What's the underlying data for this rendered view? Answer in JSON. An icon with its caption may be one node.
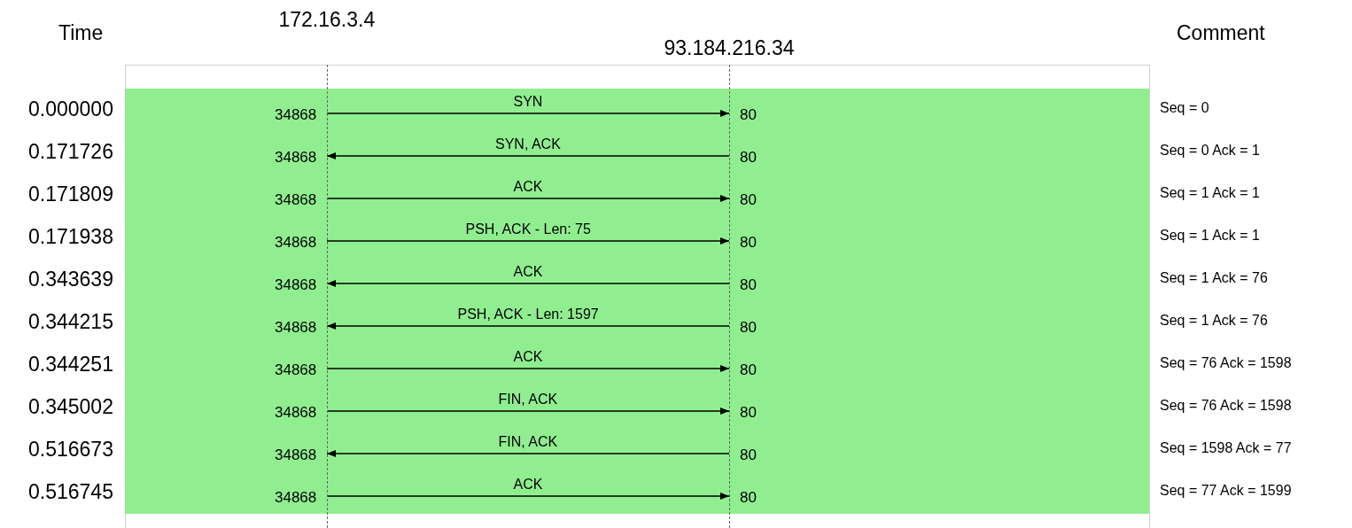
{
  "diagram": {
    "nodes": [
      {
        "text": [
          "172.16.3.4"
        ]
      },
      {
        "text": [
          "93.184.216.34"
        ]
      }
    ],
    "edges": [
      {
        "from": 0,
        "to": 1,
        "arrow": "to",
        "label": "SYN"
      },
      {
        "from": 1,
        "to": 0,
        "arrow": "to",
        "label": "SYN, ACK"
      },
      {
        "from": 0,
        "to": 1,
        "arrow": "to",
        "label": "ACK"
      },
      {
        "from": 0,
        "to": 1,
        "arrow": "to",
        "label": "PSH, ACK - Len: 75"
      },
      {
        "from": 1,
        "to": 0,
        "arrow": "to",
        "label": "ACK"
      },
      {
        "from": 1,
        "to": 0,
        "arrow": "to",
        "label": "PSH, ACK - Len: 1597"
      },
      {
        "from": 0,
        "to": 1,
        "arrow": "to",
        "label": "ACK"
      },
      {
        "from": 0,
        "to": 1,
        "arrow": "to",
        "label": "FIN, ACK"
      },
      {
        "from": 1,
        "to": 0,
        "arrow": "to",
        "label": "FIN, ACK"
      },
      {
        "from": 0,
        "to": 1,
        "arrow": "to",
        "label": "ACK"
      }
    ],
    "labels": [
      "Time",
      "Comment",
      "0.000000",
      "34868",
      "80",
      "Seq = 0",
      "0.171726",
      "34868",
      "80",
      "Seq = 0 Ack = 1",
      "0.171809",
      "34868",
      "80",
      "Seq = 1 Ack = 1",
      "0.171938",
      "34868",
      "80",
      "Seq = 1 Ack = 1",
      "0.343639",
      "34868",
      "80",
      "Seq = 1 Ack = 76",
      "0.344215",
      "34868",
      "80",
      "Seq = 1 Ack = 76",
      "0.344251",
      "34868",
      "80",
      "Seq = 76 Ack = 1598",
      "0.345002",
      "34868",
      "80",
      "Seq = 76 Ack = 1598",
      "0.516673",
      "34868",
      "80",
      "Seq = 1598 Ack = 77",
      "0.516745",
      "34868",
      "80",
      "Seq = 77 Ack = 1599"
    ]
  }
}
